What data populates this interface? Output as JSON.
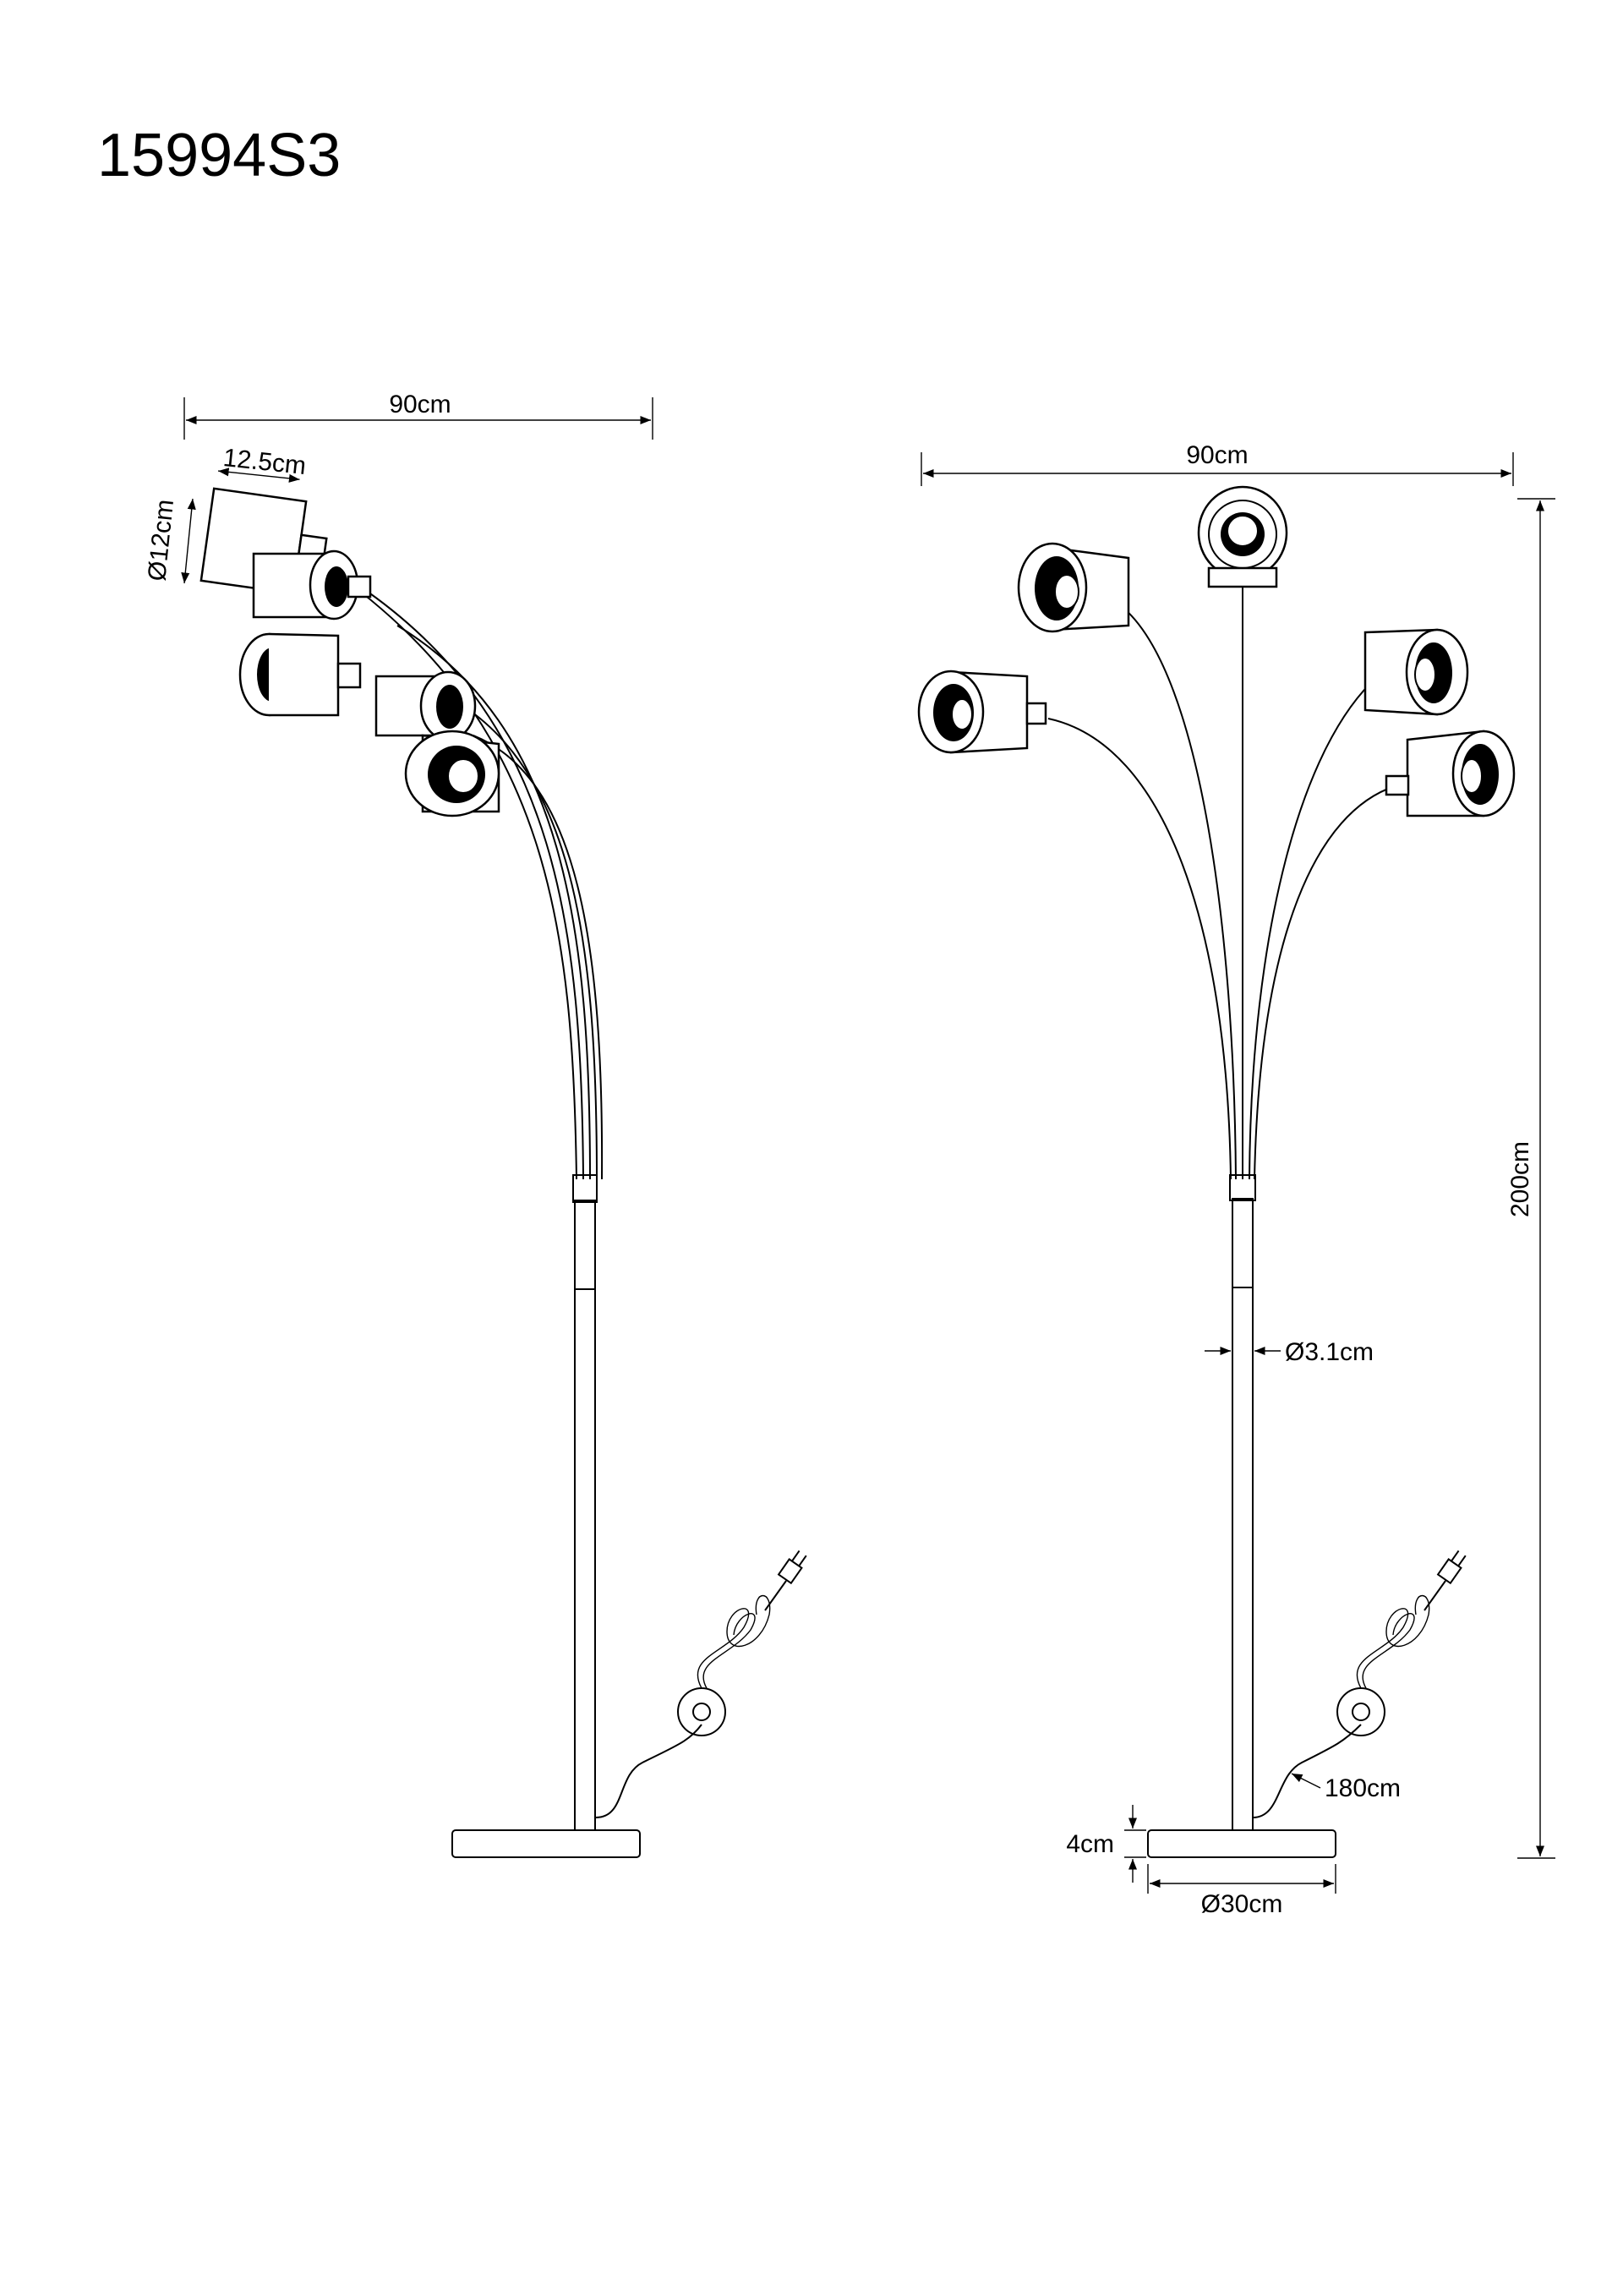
{
  "sheet": {
    "model": "15994S3"
  },
  "side_view": {
    "width_label": "90cm",
    "shade_length_label": "12.5cm",
    "shade_diameter_label": "Ø12cm"
  },
  "front_view": {
    "width_label": "90cm",
    "height_label": "200cm",
    "pole_diameter_label": "Ø3.1cm",
    "cable_length_label": "180cm",
    "base_height_label": "4cm",
    "base_diameter_label": "Ø30cm"
  },
  "colors": {
    "line": "#000000",
    "background": "#ffffff"
  }
}
